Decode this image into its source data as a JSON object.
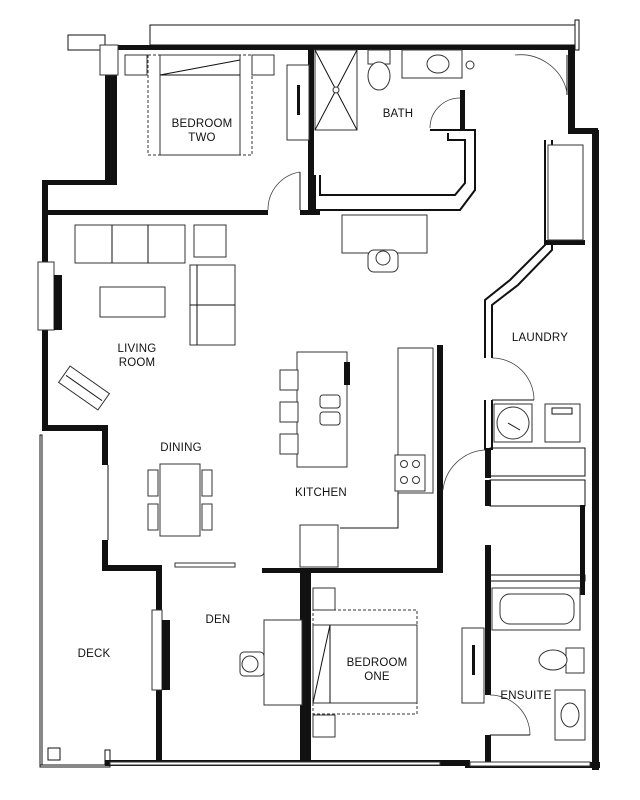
{
  "rooms": {
    "bedroom_two": [
      "BEDROOM",
      "TWO"
    ],
    "bath": "BATH",
    "laundry": "LAUNDRY",
    "living_room": [
      "LIVING",
      "ROOM"
    ],
    "dining": "DINING",
    "kitchen": "KITCHEN",
    "den": "DEN",
    "bedroom_one": [
      "BEDROOM",
      "ONE"
    ],
    "ensuite": "ENSUITE",
    "deck": "DECK"
  }
}
